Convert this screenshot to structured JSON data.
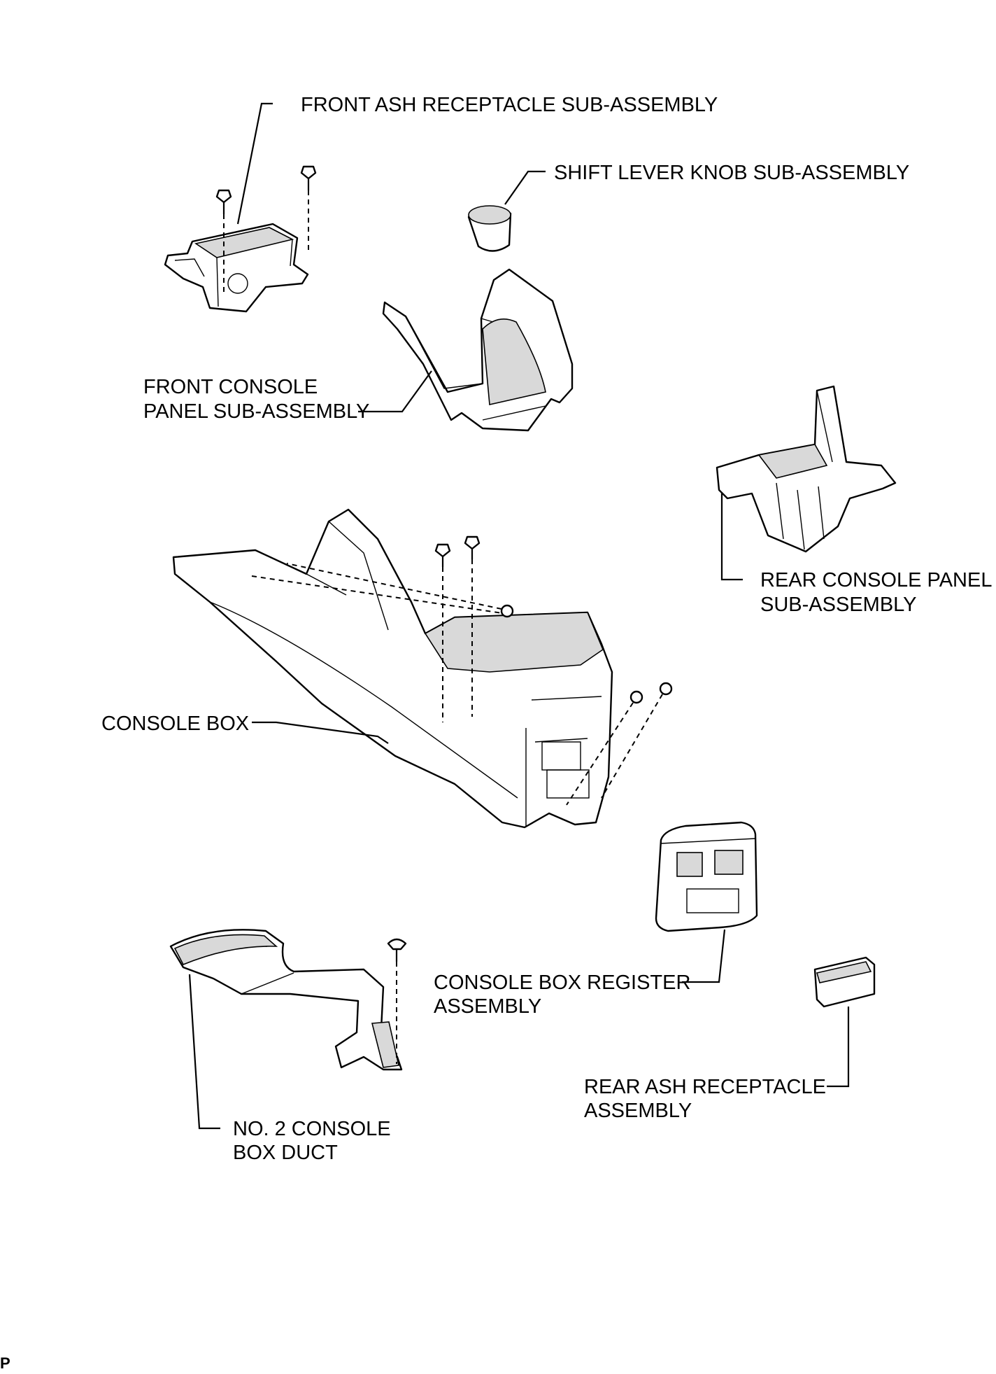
{
  "labels": {
    "front_ash_receptacle": "FRONT ASH RECEPTACLE SUB-ASSEMBLY",
    "shift_lever_knob": "SHIFT LEVER KNOB SUB-ASSEMBLY",
    "front_console_panel_l1": "FRONT CONSOLE",
    "front_console_panel_l2": "PANEL SUB-ASSEMBLY",
    "rear_console_panel_l1": "REAR CONSOLE PANEL",
    "rear_console_panel_l2": "SUB-ASSEMBLY",
    "console_box": "CONSOLE BOX",
    "console_box_register_l1": "CONSOLE BOX REGISTER",
    "console_box_register_l2": "ASSEMBLY",
    "rear_ash_receptacle_l1": "REAR ASH RECEPTACLE",
    "rear_ash_receptacle_l2": "ASSEMBLY",
    "console_box_duct_l1": "NO. 2 CONSOLE",
    "console_box_duct_l2": "BOX DUCT"
  },
  "figure_code": "P"
}
